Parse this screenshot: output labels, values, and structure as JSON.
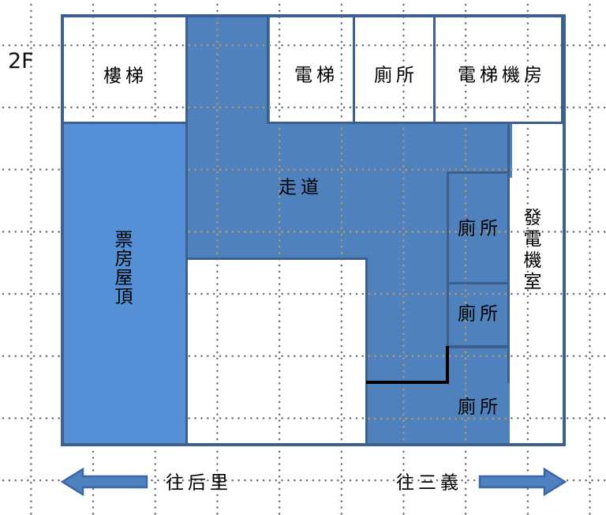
{
  "floor": {
    "label": "2F"
  },
  "rooms": {
    "stairs": {
      "label": "樓梯"
    },
    "elevator": {
      "label": "電梯"
    },
    "toilet_top": {
      "label": "廁所"
    },
    "elevator_machine_room": {
      "label": "電梯機房"
    },
    "corridor": {
      "label": "走道"
    },
    "ticket_office_roof": {
      "label": "票房屋頂"
    },
    "toilet_east_upper": {
      "label": "廁所"
    },
    "toilet_east_middle": {
      "label": "廁所"
    },
    "toilet_east_lower": {
      "label": "廁所"
    },
    "generator_room": {
      "label": "發電機室"
    }
  },
  "directions": {
    "west": {
      "label": "往后里",
      "arrow": "left-block-arrow"
    },
    "east": {
      "label": "往三義",
      "arrow": "right-block-arrow"
    }
  },
  "colors": {
    "room_fill": "#4F81BD",
    "ticket_roof_fill": "#5590D6",
    "wall": "#3C5F8D",
    "outer_wall": "#3E608F",
    "partition_marker": "#000000",
    "arrow_fill": "#4E81BD",
    "arrow_border": "#3A67A8",
    "grid_dot_on_white": "#5F5F5F",
    "grid_dot_on_blue": "#C79B5F",
    "text": "#000000"
  }
}
